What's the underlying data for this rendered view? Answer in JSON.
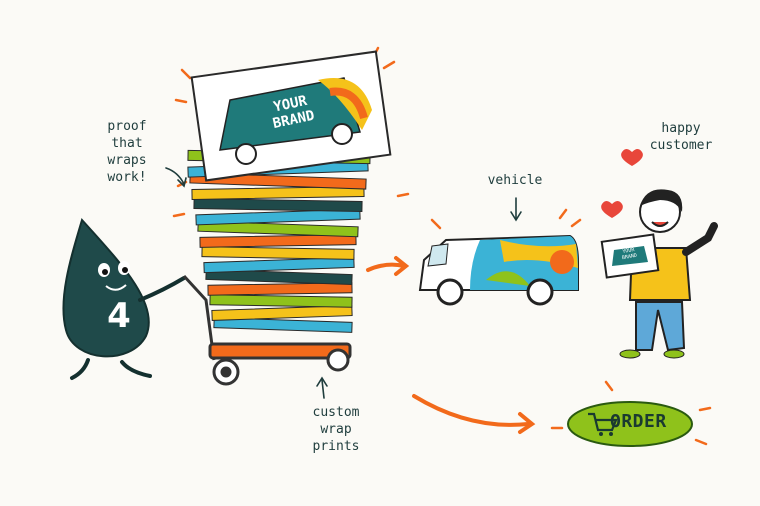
{
  "labels": {
    "proof": "proof\nthat\nwraps\nwork!",
    "vehicle": "vehicle",
    "happy_customer": "happy\ncustomer",
    "custom_prints": "custom\nwrap\nprints"
  },
  "mascot": {
    "number": "4"
  },
  "stack_card": {
    "brand": "YOUR\nBRAND"
  },
  "photo_card": {
    "brand": "YOUR\nBRAND"
  },
  "order_button": {
    "label": "ORDER"
  },
  "colors": {
    "teal_dark": "#1f4a4a",
    "orange": "#f26a1b",
    "lime": "#8fc21b",
    "yellow": "#f5c21a",
    "sky": "#3bb3d6",
    "pants": "#5ea8d8"
  }
}
